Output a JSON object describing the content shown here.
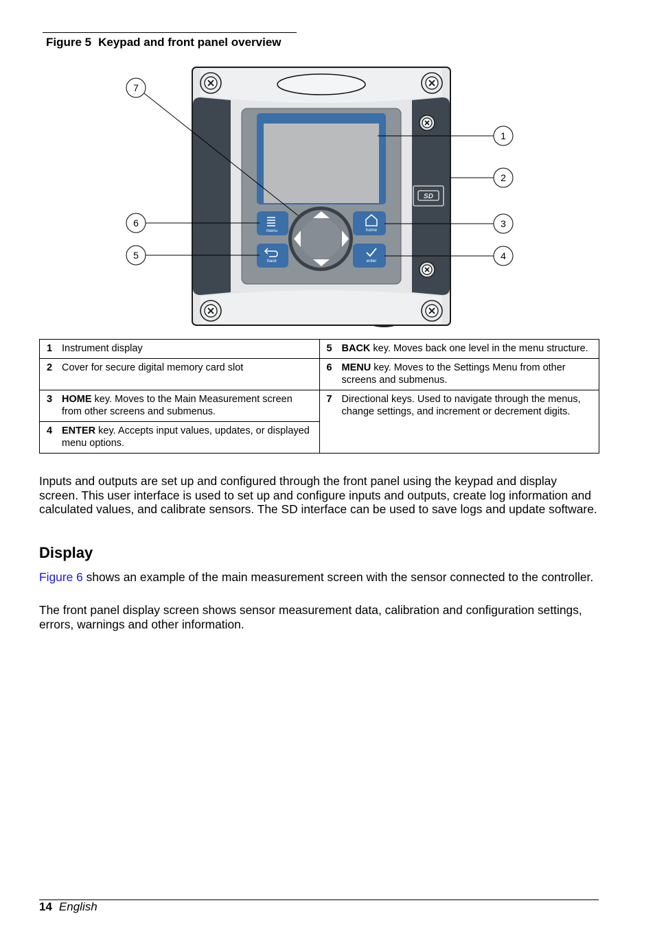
{
  "figure": {
    "number": "Figure 5",
    "title": "Keypad and front panel overview",
    "callouts": [
      "1",
      "2",
      "3",
      "4",
      "5",
      "6",
      "7"
    ],
    "key_labels": {
      "menu": "menu",
      "home": "home",
      "back": "back",
      "enter": "enter"
    },
    "sd_label": "SD"
  },
  "legend": [
    {
      "num": "1",
      "bold": "",
      "text": "Instrument display"
    },
    {
      "num": "2",
      "bold": "",
      "text": "Cover for secure digital memory card slot"
    },
    {
      "num": "3",
      "bold": "HOME",
      "text": " key. Moves to the Main Measurement screen from other screens and submenus."
    },
    {
      "num": "4",
      "bold": "ENTER",
      "text": " key. Accepts input values, updates, or displayed menu options."
    },
    {
      "num": "5",
      "bold": "BACK",
      "text": " key. Moves back one level in the menu structure."
    },
    {
      "num": "6",
      "bold": "MENU",
      "text": " key. Moves to the Settings Menu from other screens and submenus."
    },
    {
      "num": "7",
      "bold": "",
      "text": "Directional keys. Used to navigate through the menus, change settings, and increment or decrement digits."
    }
  ],
  "intro_paragraph": "Inputs and outputs are set up and configured through the front panel using the keypad and display screen. This user interface is used to set up and configure inputs and outputs, create log information and calculated values, and calibrate sensors. The SD interface can be used to save logs and update software.",
  "section_heading": "Display",
  "display_para1": {
    "link": "Figure 6",
    "text": " shows an example of the main measurement screen with the sensor connected to the controller."
  },
  "display_para2": "The front panel display screen shows sensor measurement data, calibration and configuration settings, errors, warnings and other information.",
  "footer": {
    "page": "14",
    "language": "English"
  }
}
